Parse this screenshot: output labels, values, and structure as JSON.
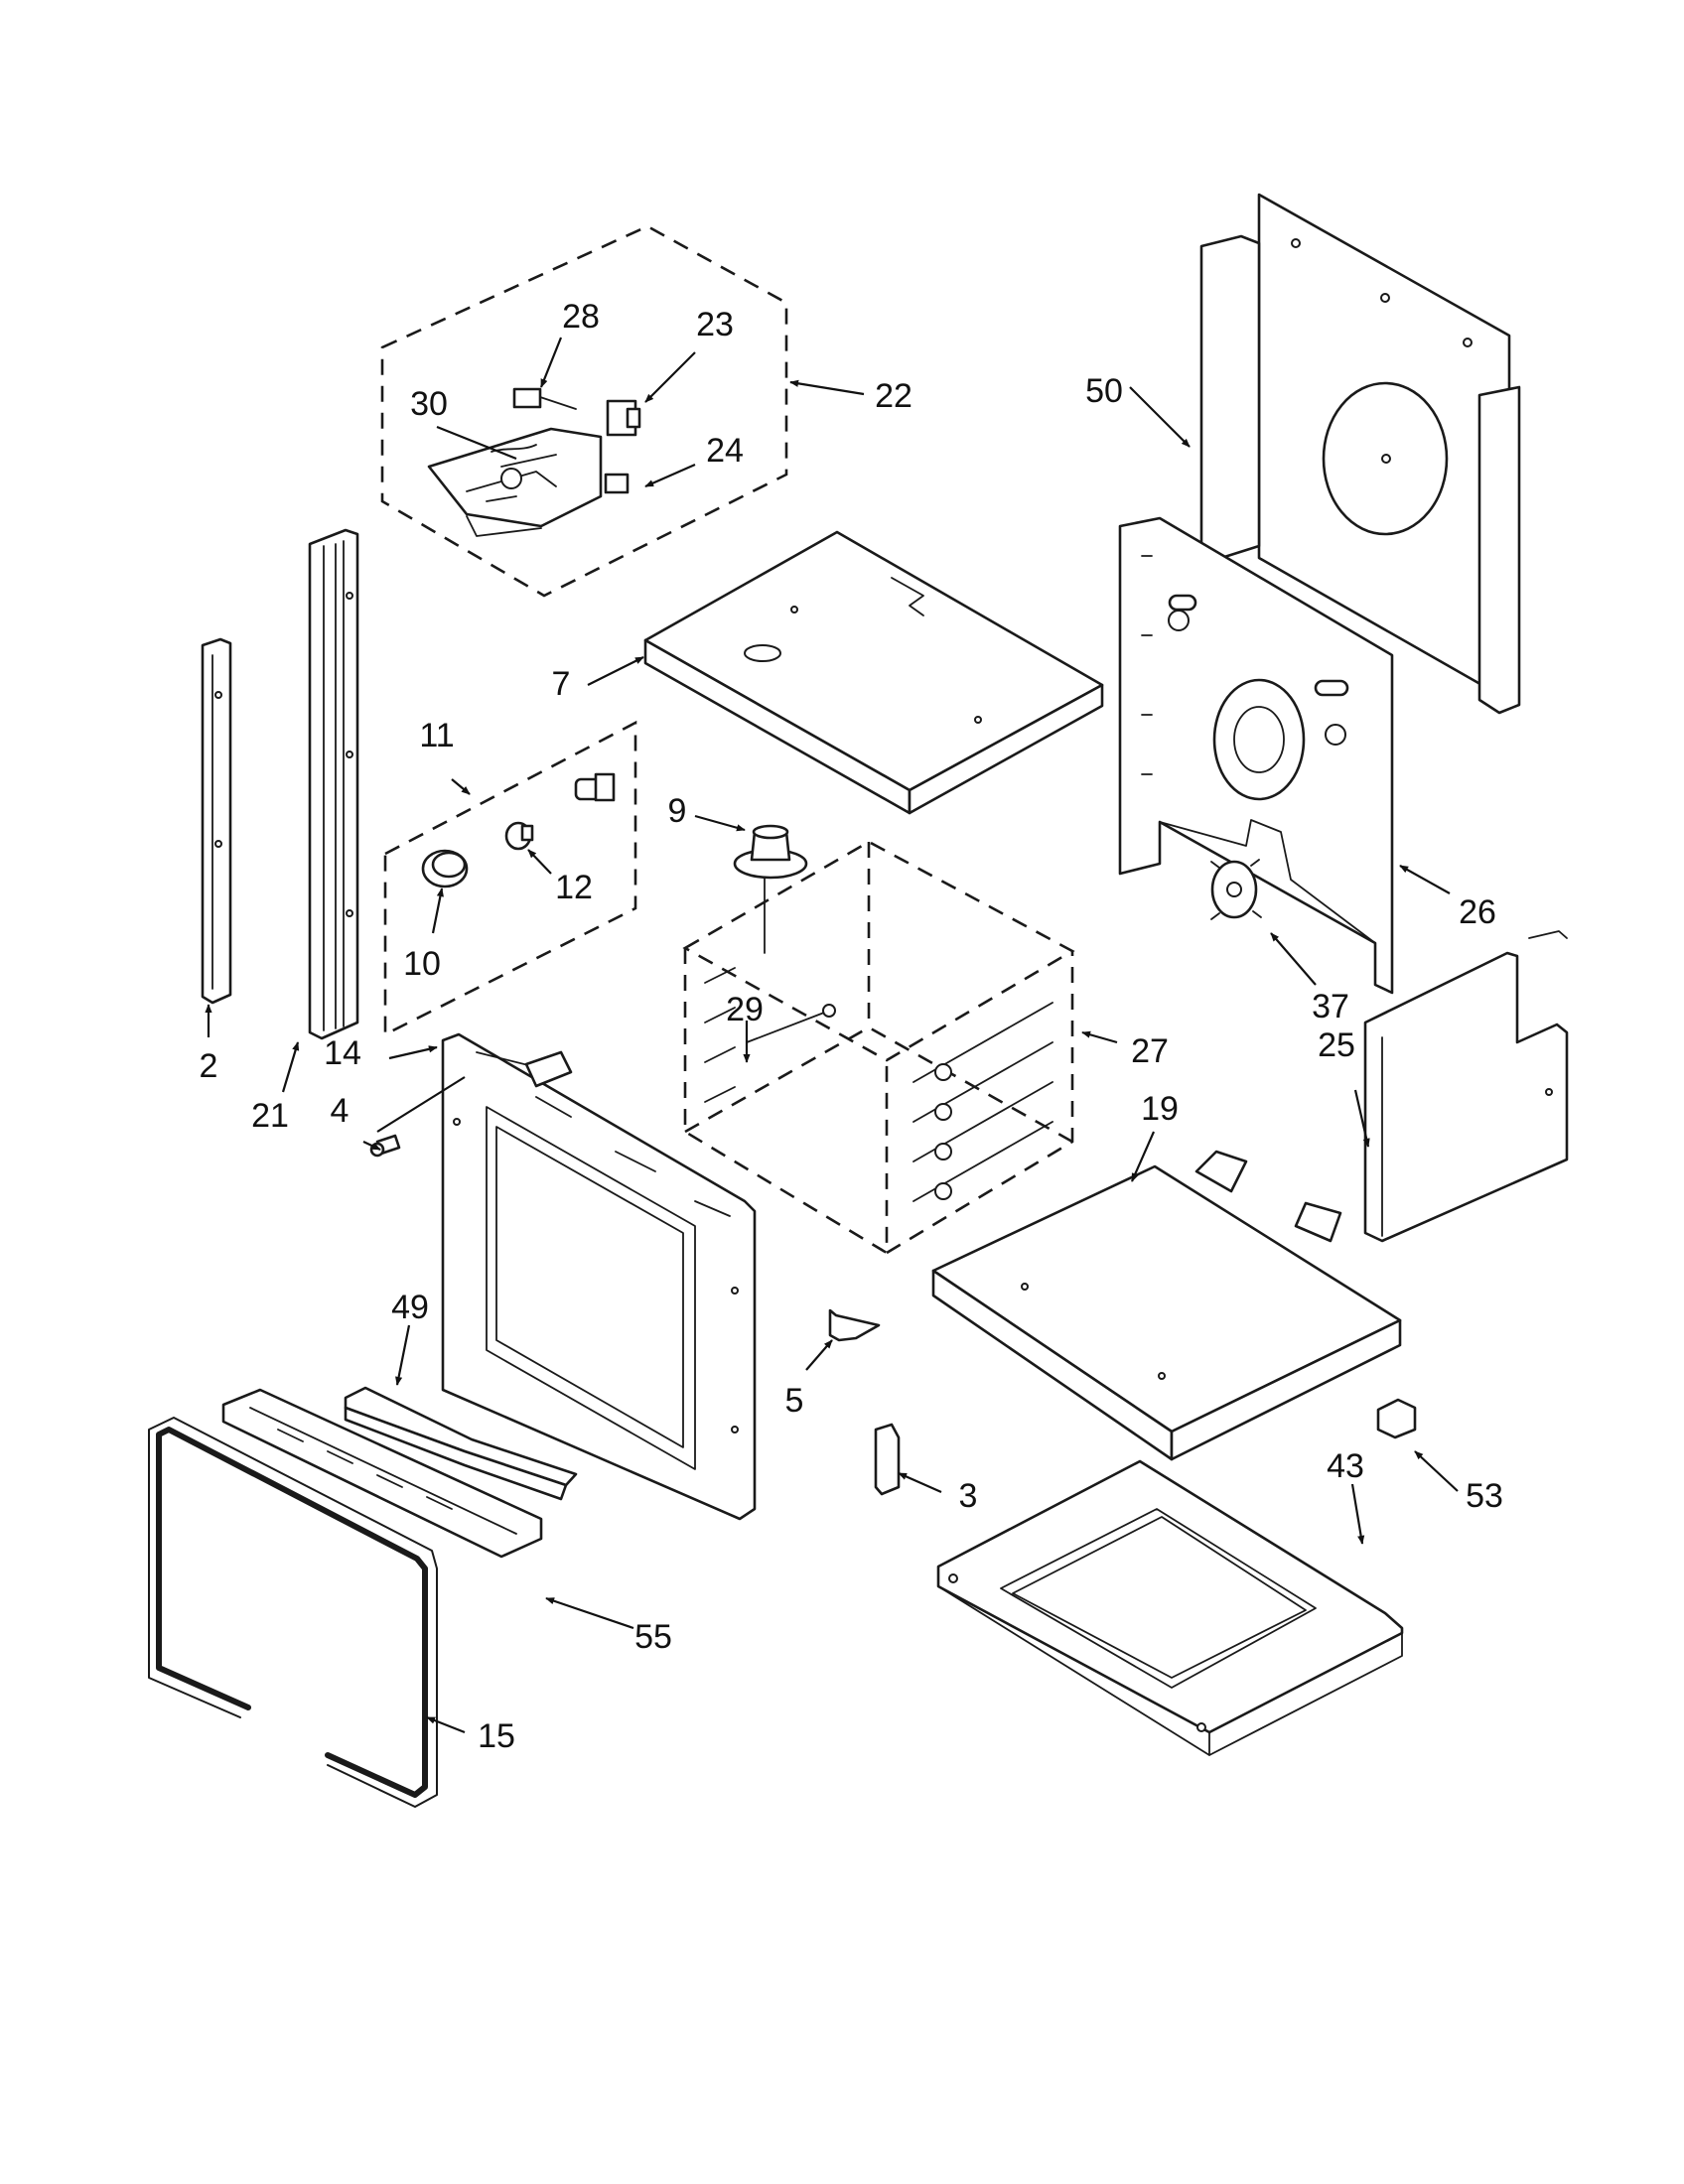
{
  "diagram": {
    "callouts": [
      "2",
      "3",
      "4",
      "5",
      "7",
      "9",
      "10",
      "11",
      "12",
      "14",
      "15",
      "19",
      "21",
      "22",
      "23",
      "24",
      "25",
      "26",
      "27",
      "28",
      "29",
      "30",
      "37",
      "43",
      "49",
      "50",
      "53",
      "55"
    ],
    "colors": {
      "line": "#1a1a1a",
      "background": "#ffffff"
    }
  }
}
